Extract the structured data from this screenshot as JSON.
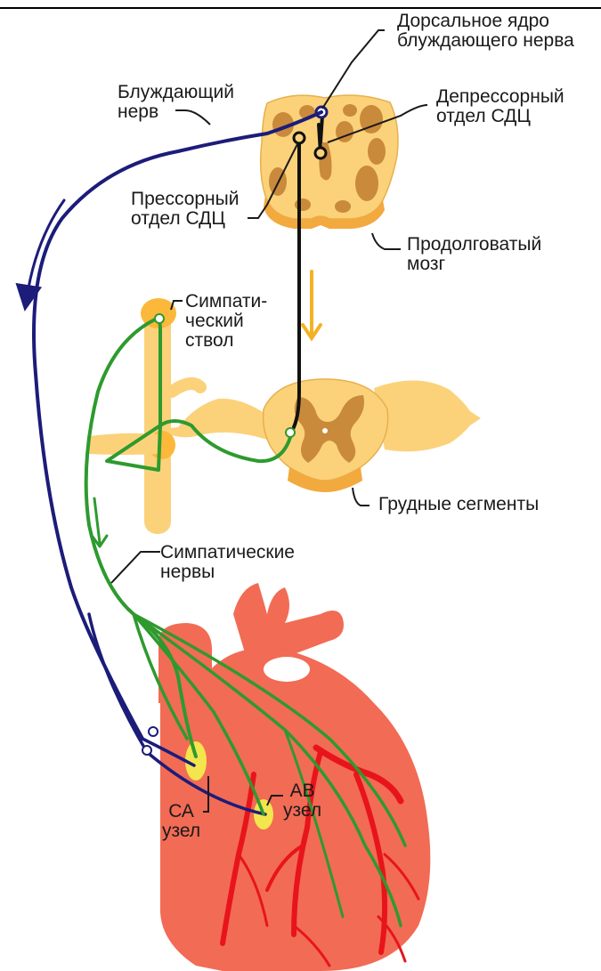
{
  "labels": {
    "dorsal_nucleus": "Дорсальное ядро\nблуждающего нерва",
    "vagus_nerve": "Блуждающий\nнерв",
    "depressor": "Депрессорный\nотдел СДЦ",
    "pressor": "Прессорный\nотдел СДЦ",
    "medulla": "Продолговатый\nмозг",
    "sympathetic_trunk": "Симпати-\nческий\nствол",
    "thoracic_segments": "Грудные сегменты",
    "sympathetic_nerves": "Симпатические\nнервы",
    "sa_node": "СА\nузел",
    "av_node": "АВ\nузел"
  },
  "colors": {
    "vagus": "#1c1c7a",
    "sympathetic": "#2e9a2e",
    "neuron": "#111111",
    "spinal_tissue": "#fbd27a",
    "grey_matter": "#c98a3c",
    "heart": "#f26b55",
    "vessels": "#e8141c",
    "down_arrow": "#f4b223"
  }
}
